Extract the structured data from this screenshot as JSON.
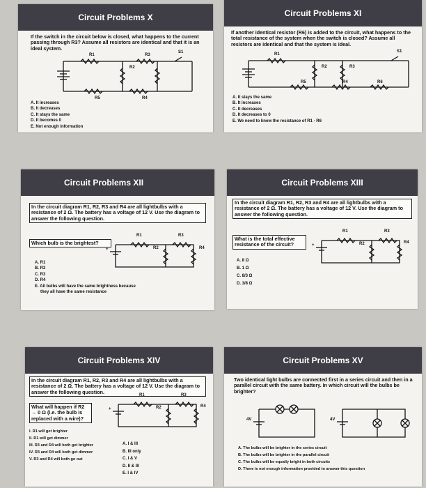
{
  "cards": {
    "c10": {
      "title": "Circuit Problems X",
      "question": "If the switch in the circuit below is closed, what happens to the current passing through R3? Assume all resistors are identical and that it is an ideal system.",
      "labels": {
        "r1": "R1",
        "r2": "R2",
        "r3": "R3",
        "r4": "R4",
        "r5": "R5",
        "s1": "S1"
      },
      "options": [
        "A. It increases",
        "B. It decreases",
        "C. It stays the same",
        "D. It becomes 0",
        "E. Not enough information"
      ]
    },
    "c11": {
      "title": "Circuit Problems XI",
      "question": "If another identical resistor (R6) is added to the circuit, what happens to the total resistance of the system when the switch is closed? Assume all resistors are identical and that the system is ideal.",
      "labels": {
        "r1": "R1",
        "r2": "R2",
        "r3": "R3",
        "r4": "R4",
        "r5": "R5",
        "r6": "R6",
        "s1": "S1"
      },
      "options": [
        "A. It stays the same",
        "B. It increases",
        "C. It decreases",
        "D. It decreases to 0",
        "E. We need to know the resistance of R1 - R6"
      ]
    },
    "c12": {
      "title": "Circuit Problems XII",
      "question": "In the circuit diagram R1, R2, R3 and R4 are all lightbulbs with a resistance of 2 Ω. The battery has a voltage of 12 V. Use the diagram to answer the following question.",
      "prompt": "Which bulb is the brightest?",
      "labels": {
        "r1": "R1",
        "r2": "R2",
        "r3": "R3",
        "r4": "R4"
      },
      "options": [
        "A. R1",
        "B. R2",
        "C. R3",
        "D. R4",
        "E. All bulbs will have the same brightness because",
        "they all have the same resistance"
      ]
    },
    "c13": {
      "title": "Circuit Problems XIII",
      "question": "In the circuit diagram R1, R2, R3 and R4 are all lightbulbs with a resistance of 2 Ω. The battery has a voltage of 12 V. Use the diagram to answer the following question.",
      "prompt": "What is the total effective resistance of the circuit?",
      "labels": {
        "r1": "R1",
        "r2": "R2",
        "r3": "R3",
        "r4": "R4"
      },
      "options": [
        "A. 8 Ω",
        "B. 1 Ω",
        "C. 8/3 Ω",
        "D. 3/8 Ω"
      ]
    },
    "c14": {
      "title": "Circuit Problems XIV",
      "question": "In the circuit diagram R1, R2, R3 and R4 are all lightbulbs with a resistance of 2 Ω. The battery has a voltage of 12 V. Use the diagram to answer the following question.",
      "prompt": "What will happen if R2 → 0 Ω (i.e. the bulb is replaced with a wire)?",
      "labels": {
        "r1": "R1",
        "r2": "R2",
        "r3": "R3",
        "r4": "R4"
      },
      "statements": [
        "I. R1 will get brighter",
        "II. R1 will get dimmer",
        "III. R3 and R4 will both get brighter",
        "IV. R3 and R4 will both get dimmer",
        "V. R3 and R4 will both go out"
      ],
      "options": [
        "A. I & III",
        "B. III only",
        "C. I & V",
        "D. II & III",
        "E. I & IV"
      ]
    },
    "c15": {
      "title": "Circuit Problems XV",
      "question": "Two identical light bulbs are connected first in a series circuit and then in a parallel circuit with the same battery. In which circuit will the bulbs be brighter?",
      "labels": {
        "v1": "4V",
        "v2": "4V"
      },
      "options": [
        "A. The bulbs will be brighter in the series circuit",
        "B. The bulbs will be brighter in the parallel circuit",
        "C. The bulbs will be equally bright in both circuits",
        "D. There is not enough information provided to answer this question"
      ]
    }
  }
}
